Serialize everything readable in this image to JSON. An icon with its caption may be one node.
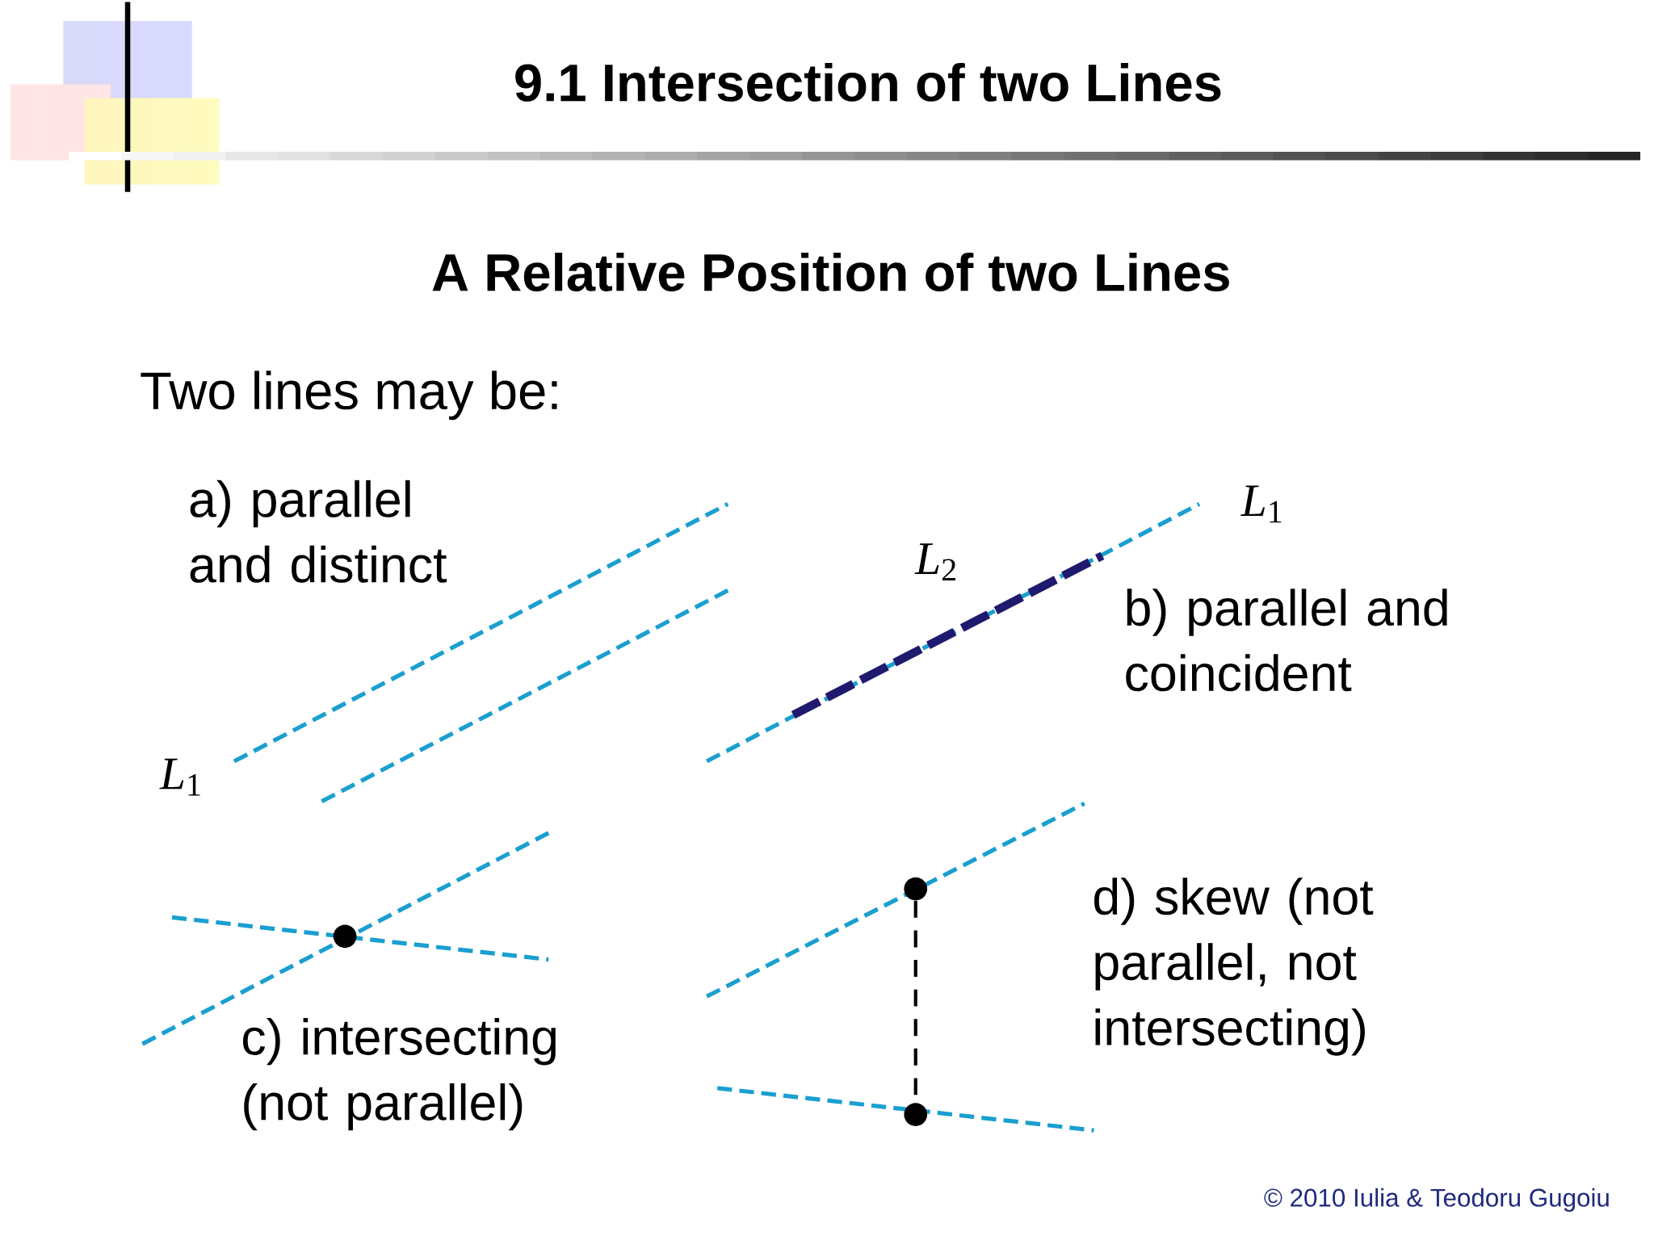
{
  "diagram": {
    "title": "9.1 Intersection of two Lines",
    "nodes": [
      {
        "text": [],
        "shape": "circle"
      },
      {
        "text": [],
        "shape": "circle"
      },
      {
        "text": [],
        "shape": "circle"
      }
    ],
    "edges": [
      {
        "from": 1,
        "to": 2,
        "arrow": "none",
        "style": "dashed"
      }
    ],
    "labels": [
      "A Relative Position of two Lines",
      "Two lines may be:",
      "a) parallel and distinct",
      "*L*$_{1}$",
      "*L*$_{2}$",
      "b) parallel and coincident",
      "*L*$_{1}$",
      "d) skew (not parallel, not intersecting)",
      "c) intersecting (not parallel)",
      "© 2010 Iulia & Teodoru Gugoiu"
    ]
  }
}
